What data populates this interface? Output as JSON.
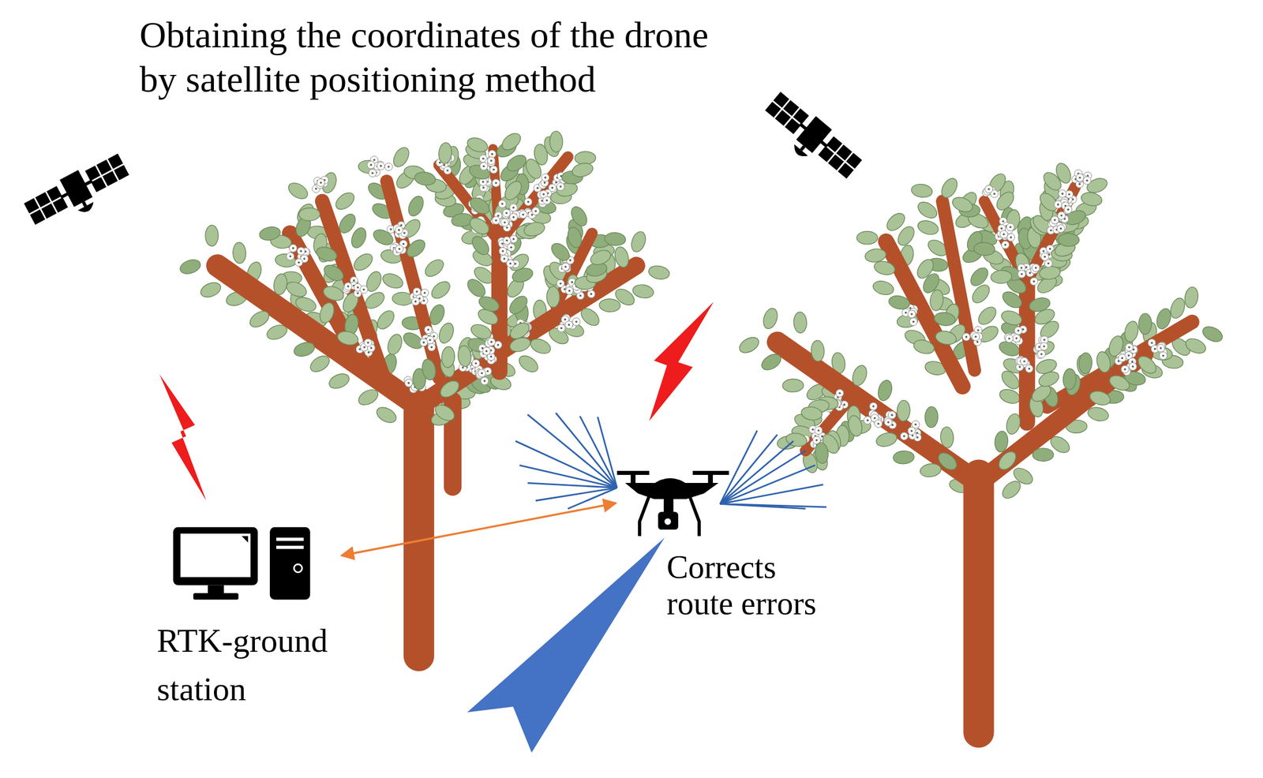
{
  "diagram": {
    "title": "Obtaining the coordinates of the drone by satellite positioning method",
    "nodes": [
      {
        "text": [
          "RTK-ground station"
        ]
      },
      {
        "text": [
          "Corrects route errors"
        ]
      }
    ],
    "edges": [
      {
        "from": 0,
        "to": 1,
        "arrow": "both"
      }
    ]
  }
}
